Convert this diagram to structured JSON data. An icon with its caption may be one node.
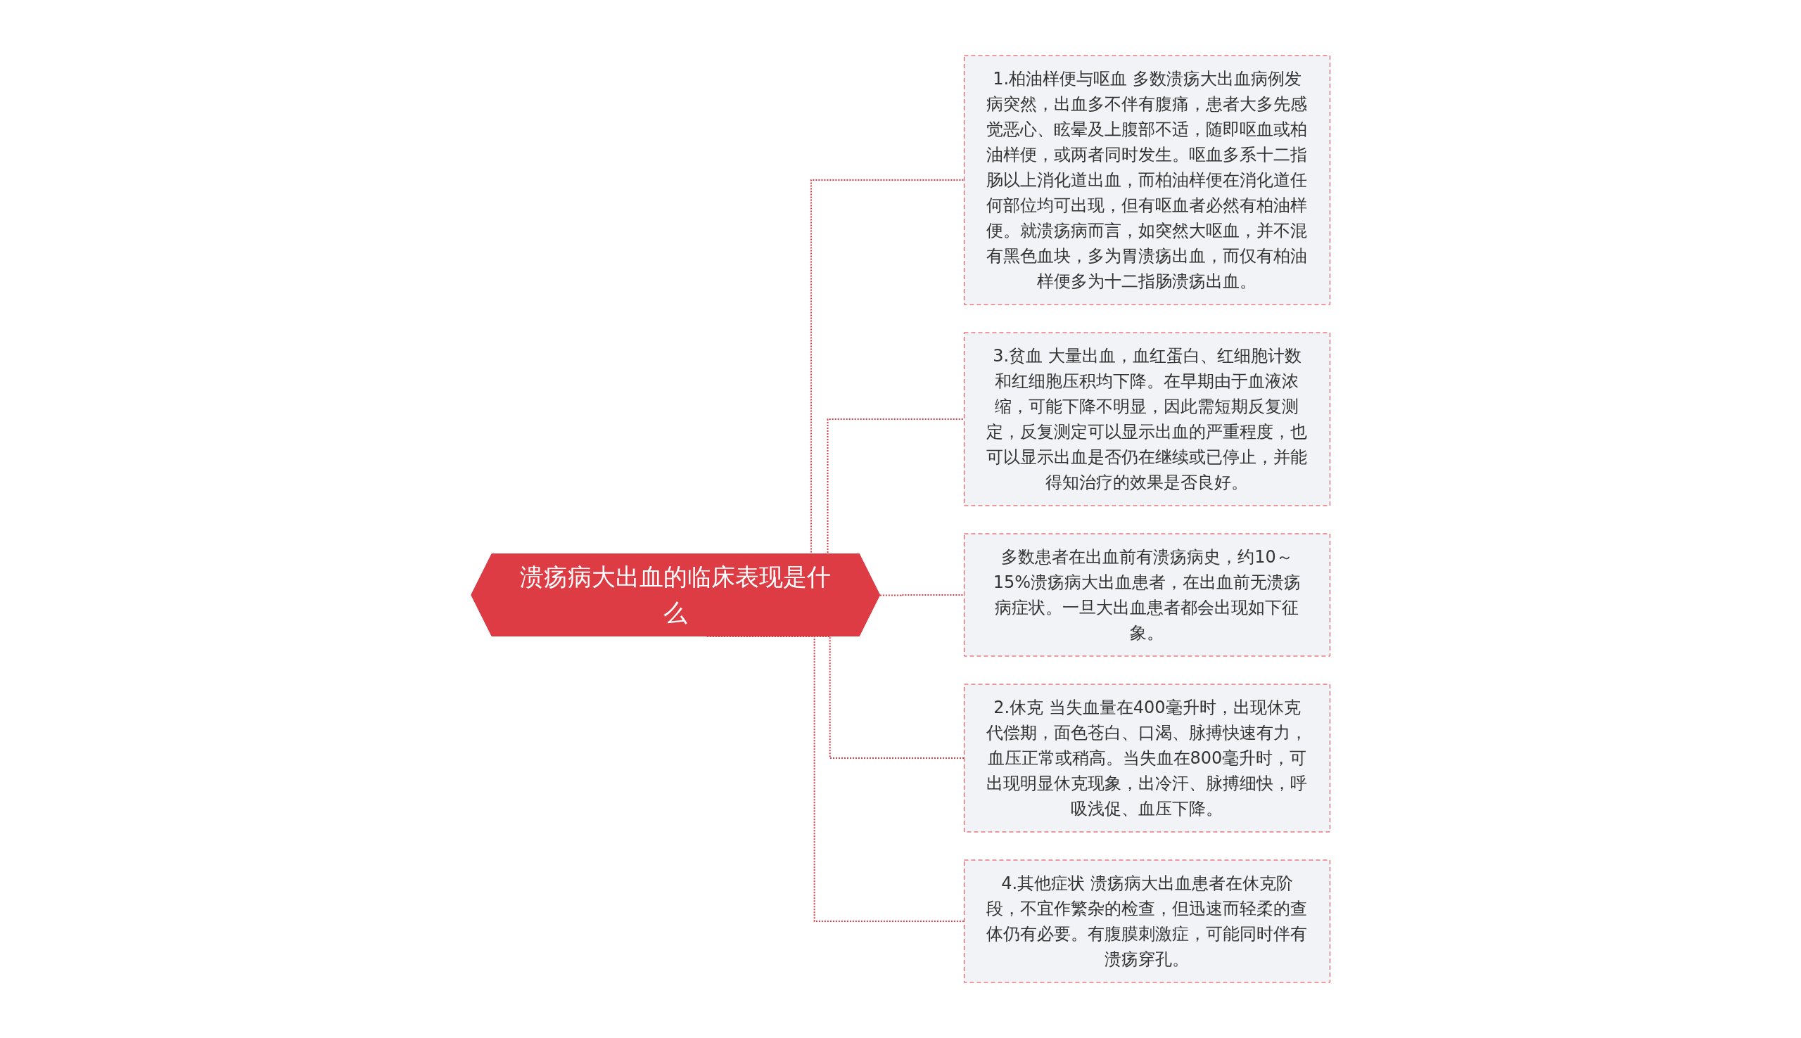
{
  "diagram": {
    "nodes": [
      {
        "text": [
          "溃疡病大出血的临床表现是什么"
        ]
      },
      {
        "text": [
          "1.柏油样便与呕血 多数溃疡大出血病例发病突然，出血多不伴有腹痛，患者大多先感觉恶心、眩晕及上腹部不适，随即呕血或柏油样便，或两者同时发生。呕血多系十二指肠以上消化道出血，而柏油样便在消化道任何部位均可出现，但有呕血者必然有柏油样便。就溃疡病而言，如突然大呕血，并不混有黑色血块，多为胃溃疡出血，而仅有柏油样便多为十二指肠溃疡出血。"
        ]
      },
      {
        "text": [
          "3.贫血 大量出血，血红蛋白、红细胞计数和红细胞压积均下降。在早期由于血液浓缩，可能下降不明显，因此需短期反复测定，反复测定可以显示出血的严重程度，也可以显示出血是否仍在继续或已停止，并能得知治疗的效果是否良好。"
        ]
      },
      {
        "text": [
          "多数患者在出血前有溃疡病史，约10～15%溃疡病大出血患者，在出血前无溃疡病症状。一旦大出血患者都会出现如下征象。"
        ]
      },
      {
        "text": [
          "2.休克 当失血量在400毫升时，出现休克代偿期，面色苍白、口渴、脉搏快速有力，血压正常或稍高。当失血在800毫升时，可出现明显休克现象，出冷汗、脉搏细快，呼吸浅促、血压下降。"
        ]
      },
      {
        "text": [
          "4.其他症状 溃疡病大出血患者在休克阶段，不宜作繁杂的检查，但迅速而轻柔的查体仍有必要。有腹膜刺激症，可能同时伴有溃疡穿孔。"
        ]
      }
    ],
    "edges": [
      {
        "from": 0,
        "to": 1,
        "arrow": "none",
        "style": "dashed"
      },
      {
        "from": 0,
        "to": 2,
        "arrow": "none",
        "style": "dashed"
      },
      {
        "from": 0,
        "to": 3,
        "arrow": "none",
        "style": "dashed"
      },
      {
        "from": 0,
        "to": 4,
        "arrow": "none",
        "style": "dashed"
      },
      {
        "from": 0,
        "to": 5,
        "arrow": "none",
        "style": "dashed"
      }
    ]
  }
}
